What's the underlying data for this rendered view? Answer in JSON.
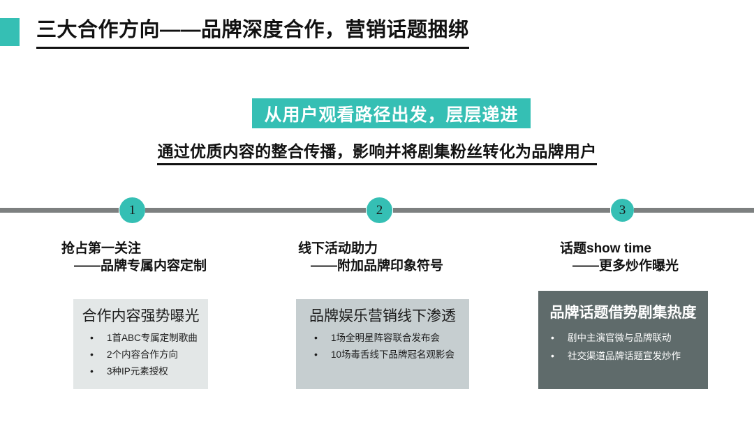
{
  "slide": {
    "title": "三大合作方向——品牌深度合作，营销话题捆绑",
    "accent_color": "#35bfb4",
    "banner_text": "从用户观看路径出发，层层递进",
    "subtitle_underlined": "通过优质内容的整合传播，影响并将剧集粉丝转化为品牌用户"
  },
  "timeline": {
    "markers": [
      {
        "number": "1"
      },
      {
        "number": "2"
      },
      {
        "number": "3"
      }
    ],
    "line_color": "#7d8080"
  },
  "columns": [
    {
      "heading_line1": "抢占第一关注",
      "heading_line2": "——品牌专属内容定制",
      "box": {
        "title": "合作内容强势曝光",
        "bg_color": "#e3e7e7",
        "text_color": "#1c1c1c",
        "bullets": [
          "1首ABC专属定制歌曲",
          "2个内容合作方向",
          "3种IP元素授权"
        ]
      }
    },
    {
      "heading_line1": "线下活动助力",
      "heading_line2": "——附加品牌印象符号",
      "box": {
        "title": "品牌娱乐营销线下渗透",
        "bg_color": "#c6ced0",
        "text_color": "#1c1c1c",
        "bullets": [
          "1场全明星阵容联合发布会",
          "10场毒舌线下品牌冠名观影会"
        ]
      }
    },
    {
      "heading_line1": "话题show time",
      "heading_line2": "——更多炒作曝光",
      "box": {
        "title": "品牌话题借势剧集热度",
        "bg_color": "#5f6b6b",
        "text_color": "#ffffff",
        "bullets": [
          "剧中主演官微与品牌联动",
          "社交渠道品牌话题宣发炒作"
        ]
      }
    }
  ]
}
